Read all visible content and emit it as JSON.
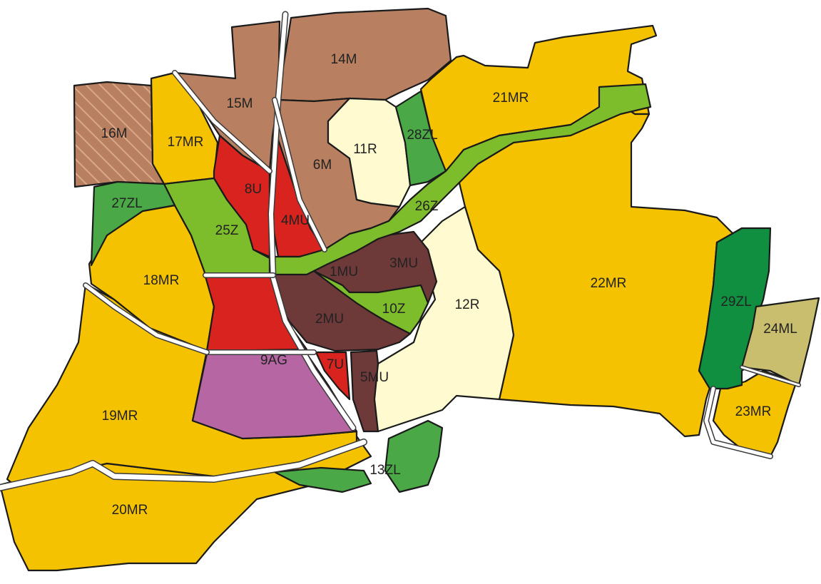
{
  "colors": {
    "residential_mixed": "#f5c200",
    "medium_density": "#b88061",
    "residential": "#fffad0",
    "mixed_use": "#6e3939",
    "service": "#d8231f",
    "green": "#7dbc2b",
    "green_zl": "#4aa846",
    "green_dark": "#0f8f3f",
    "agricultural": "#b566a3",
    "low_density": "#c8be6d",
    "outline": "#1a1a1a",
    "road": "#ffffff"
  },
  "zones": {
    "z1": "1MU",
    "z2": "2MU",
    "z3": "3MU",
    "z4": "4MU",
    "z5": "5MU",
    "z6": "6M",
    "z7": "7U",
    "z8": "8U",
    "z9": "9AG",
    "z10": "10Z",
    "z11": "11R",
    "z12": "12R",
    "z13": "13ZL",
    "z14": "14M",
    "z15": "15M",
    "z16": "16M",
    "z17": "17MR",
    "z18": "18MR",
    "z19": "19MR",
    "z20": "20MR",
    "z21": "21MR",
    "z22": "22MR",
    "z23": "23MR",
    "z24": "24ML",
    "z25": "25Z",
    "z26": "26Z",
    "z27": "27ZL",
    "z28": "28ZL",
    "z29": "29ZL"
  }
}
